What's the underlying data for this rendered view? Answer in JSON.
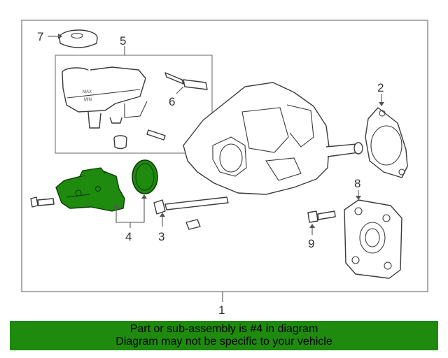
{
  "callouts": {
    "c1": "1",
    "c2": "2",
    "c3": "3",
    "c4": "4",
    "c5": "5",
    "c6": "6",
    "c7": "7",
    "c8": "8",
    "c9": "9"
  },
  "banner": {
    "line1": "Part or sub-assembly is #4 in diagram",
    "line2": "Diagram may not be specific to your vehicle"
  },
  "colors": {
    "highlight": "#1e8a0e",
    "banner_bg": "#1e8a0e"
  }
}
